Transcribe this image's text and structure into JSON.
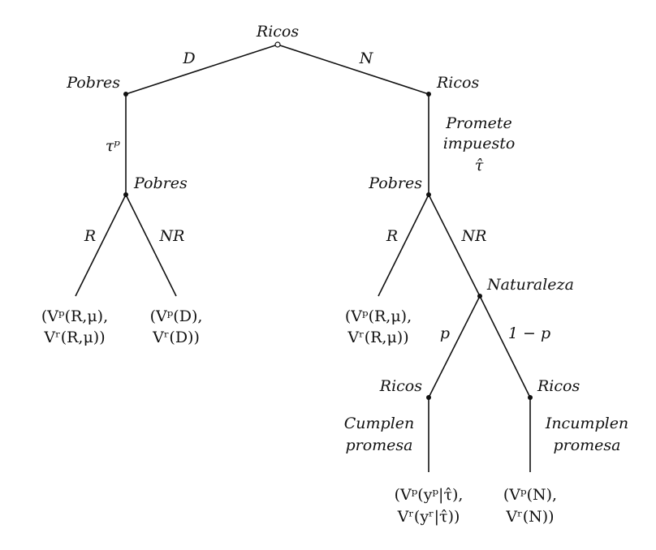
{
  "nodes": {
    "root": "Ricos",
    "left_l1": "Pobres",
    "right_l1": "Ricos",
    "left_l2": "Pobres",
    "right_l2": "Pobres",
    "nature": "Naturaleza",
    "nature_left": "Ricos",
    "nature_right": "Ricos"
  },
  "edges": {
    "D": "D",
    "N": "N",
    "tau_p": "τᵖ",
    "promete_1": "Promete",
    "promete_2": "impuesto",
    "promete_3": "τ̂",
    "left_R": "R",
    "left_NR": "NR",
    "right_R": "R",
    "right_NR": "NR",
    "p": "p",
    "one_minus_p": "1 − p",
    "cumplen_1": "Cumplen",
    "cumplen_2": "promesa",
    "incumplen_1": "Incumplen",
    "incumplen_2": "promesa"
  },
  "payoffs": {
    "l_R_1": "(Vᵖ(R,μ),",
    "l_R_2": "Vʳ(R,μ))",
    "l_NR_1": "(Vᵖ(D),",
    "l_NR_2": "Vʳ(D))",
    "r_R_1": "(Vᵖ(R,μ),",
    "r_R_2": "Vʳ(R,μ))",
    "cumple_1": "(Vᵖ(yᵖ|τ̂),",
    "cumple_2": "Vʳ(yʳ|τ̂))",
    "incumple_1": "(Vᵖ(N),",
    "incumple_2": "Vʳ(N))"
  }
}
